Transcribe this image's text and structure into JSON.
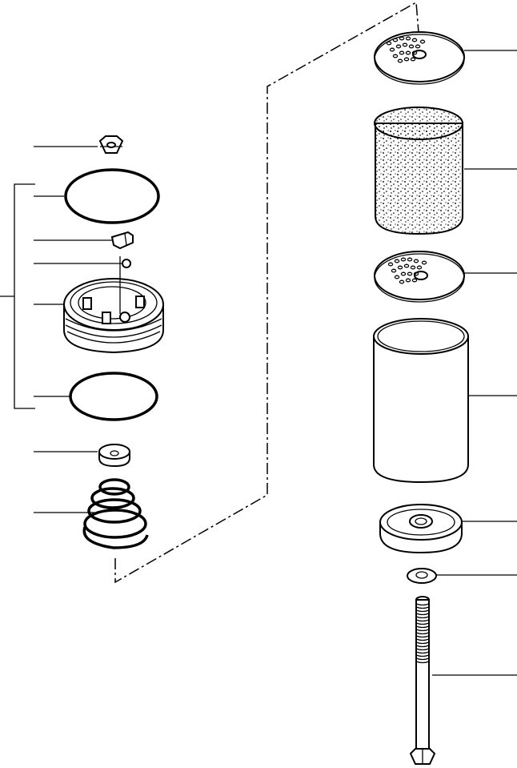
{
  "colors": {
    "line": "#000000",
    "background": "#ffffff"
  },
  "left_parts": [
    {
      "id": "nut",
      "name": "hex-nut"
    },
    {
      "id": "oring-upper",
      "name": "o-ring-upper"
    },
    {
      "id": "clip",
      "name": "retaining-clip"
    },
    {
      "id": "ball",
      "name": "check-ball"
    },
    {
      "id": "valve-body",
      "name": "valve-body"
    },
    {
      "id": "oring-lower",
      "name": "o-ring-lower"
    },
    {
      "id": "valve-seat",
      "name": "valve-seat"
    },
    {
      "id": "spring",
      "name": "conical-spring"
    }
  ],
  "right_parts": [
    {
      "id": "top-plate",
      "name": "perforated-plate-upper"
    },
    {
      "id": "element",
      "name": "filter-element"
    },
    {
      "id": "mid-plate",
      "name": "perforated-plate-lower"
    },
    {
      "id": "canister",
      "name": "filter-canister"
    },
    {
      "id": "base",
      "name": "base-cup"
    },
    {
      "id": "washer",
      "name": "washer"
    },
    {
      "id": "bolt",
      "name": "center-bolt"
    }
  ]
}
